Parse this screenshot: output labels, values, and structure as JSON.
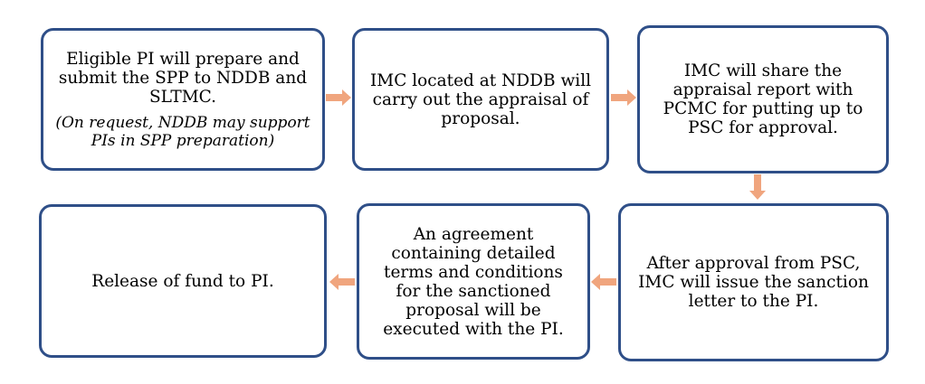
{
  "flowchart": {
    "steps": [
      {
        "text": "Eligible PI will prepare and submit  the SPP to NDDB and SLTMC.",
        "note": "(On request, NDDB may support PIs in SPP preparation)"
      },
      {
        "text": "IMC located at NDDB will carry out the appraisal of proposal."
      },
      {
        "text": "IMC will share the appraisal report with PCMC for putting up to PSC for approval."
      },
      {
        "text": "After approval from PSC, IMC will issue the sanction letter to the PI."
      },
      {
        "text": "An agreement containing detailed terms and conditions for the sanctioned proposal will be executed with the PI."
      },
      {
        "text": "Release of fund to PI."
      }
    ],
    "colors": {
      "box_border": "#2f4f88",
      "arrow": "#f0a57e"
    }
  }
}
